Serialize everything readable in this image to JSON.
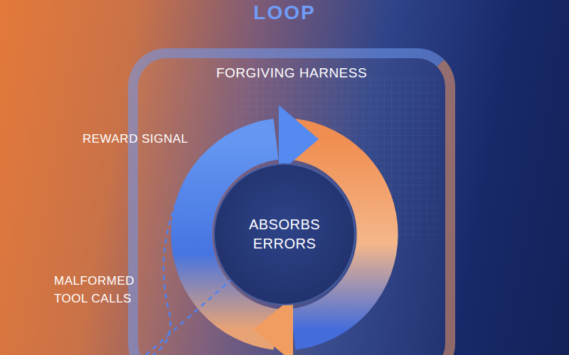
{
  "diagram": {
    "title": "LOOP",
    "nodes": [
      {
        "text": [
          "FORGIVING HARNESS"
        ]
      },
      {
        "text": [
          "ABSORBS ERRORS"
        ],
        "in": 0
      }
    ],
    "labels": [
      "REWARD SIGNAL",
      "MALFORMED TOOL CALLS"
    ]
  }
}
